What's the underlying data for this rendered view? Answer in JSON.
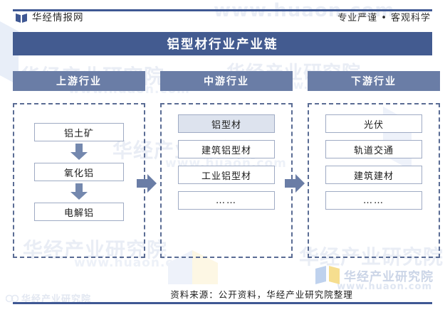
{
  "header": {
    "brand": "华经情报网",
    "brand_icon": "book-logo-icon",
    "tagline": "专业严谨 • 客观科学"
  },
  "title": "铝型材行业产业链",
  "columns": [
    {
      "id": "upstream",
      "header": "上游行业",
      "items": [
        {
          "label": "铝土矿",
          "highlight": false
        },
        {
          "label": "氧化铝",
          "highlight": false
        },
        {
          "label": "电解铝",
          "highlight": false
        }
      ],
      "connector": "vertical-arrow"
    },
    {
      "id": "midstream",
      "header": "中游行业",
      "items": [
        {
          "label": "铝型材",
          "highlight": true
        },
        {
          "label": "建筑铝型材",
          "highlight": false
        },
        {
          "label": "工业铝型材",
          "highlight": false
        },
        {
          "label": "……",
          "highlight": false
        }
      ],
      "connector": "none"
    },
    {
      "id": "downstream",
      "header": "下游行业",
      "items": [
        {
          "label": "光伏",
          "highlight": false
        },
        {
          "label": "轨道交通",
          "highlight": false
        },
        {
          "label": "建筑建材",
          "highlight": false
        },
        {
          "label": "……",
          "highlight": false
        }
      ],
      "connector": "none"
    }
  ],
  "flow_arrows": [
    {
      "name": "upstream-to-midstream",
      "direction": "right"
    },
    {
      "name": "midstream-to-downstream",
      "direction": "right"
    }
  ],
  "footer": {
    "source": "资料来源：公开资料，华经产业研究院整理"
  },
  "watermarks": {
    "institute": "华经产业研究院",
    "url": "www.huaon.com"
  },
  "colors": {
    "title_bar": "#435b90",
    "column_header": "#6a7da6",
    "rule": "#3f5893",
    "node_border": "#9fabc4",
    "node_highlight_fill": "#dde3ee",
    "dashed_border": "#5a6c94",
    "arrow": "#6a7da6"
  }
}
